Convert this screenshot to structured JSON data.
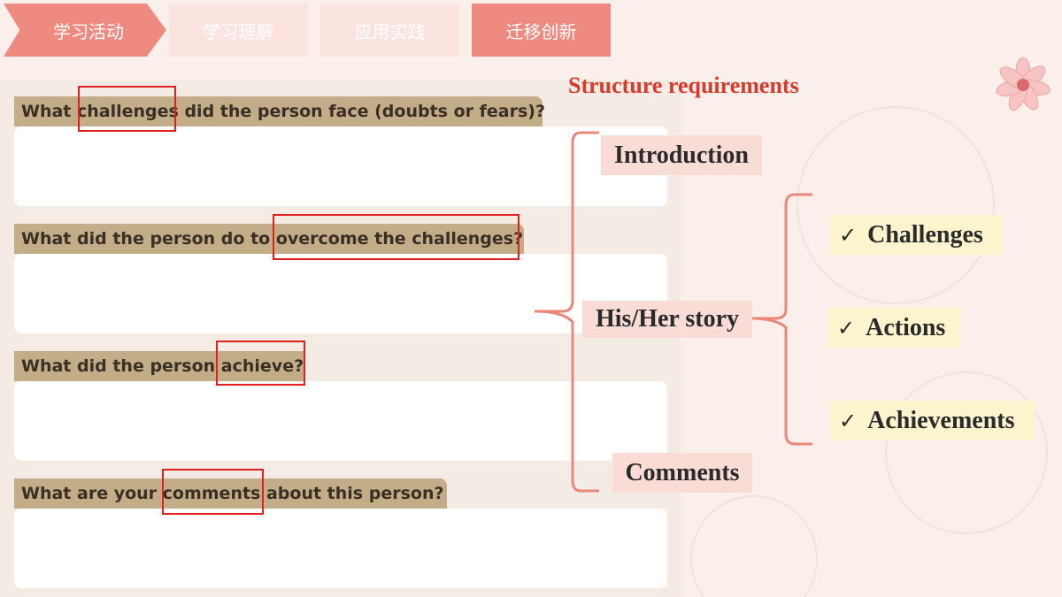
{
  "nav": {
    "tabs": [
      {
        "label": "学习活动"
      },
      {
        "label": "学习理解"
      },
      {
        "label": "应用实践"
      },
      {
        "label": "迁移创新"
      }
    ]
  },
  "worksheet": {
    "questions": [
      {
        "text": "What challenges did the person face (doubts or fears)?",
        "keyword": "challenges"
      },
      {
        "text": "What did the person do to overcome the challenges?",
        "keyword": "overcome the challenges?"
      },
      {
        "text": "What did the person achieve?",
        "keyword": "achieve?"
      },
      {
        "text": "What are your comments about this person?",
        "keyword": "comments"
      }
    ]
  },
  "structure": {
    "title": "Structure requirements",
    "sections": [
      {
        "label": "Introduction"
      },
      {
        "label": "His/Her story"
      },
      {
        "label": "Comments"
      }
    ],
    "story_parts": [
      {
        "label": "Challenges"
      },
      {
        "label": "Actions"
      },
      {
        "label": "Achievements"
      }
    ],
    "check_glyph": "✓"
  },
  "colors": {
    "accent": "#ee8a80",
    "label_bar": "#c3ac88",
    "highlight": "#e0201c",
    "title_red": "#d63a2a",
    "brace": "#e9877a",
    "section_bg": "#f9dcd6",
    "sub_bg": "#fbf4cd"
  }
}
